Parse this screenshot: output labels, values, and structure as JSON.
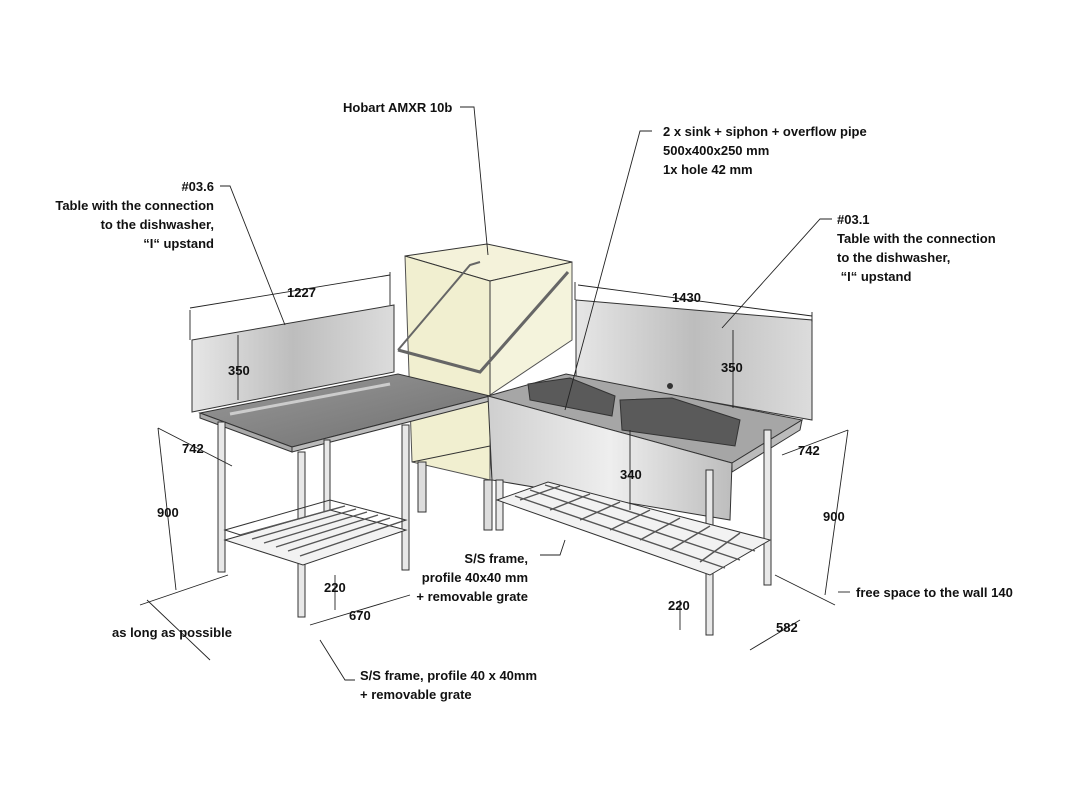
{
  "labels": {
    "dishwasher": "Hobart AMXR 10b",
    "left_table": [
      "#03.6",
      "Table with the connection",
      "to the dishwasher,",
      "“I“ upstand"
    ],
    "sink": [
      "2 x sink + siphon + overflow pipe",
      "500x400x250 mm",
      "1x hole 42 mm"
    ],
    "right_table": [
      "#03.1",
      "Table with the connection",
      "to the dishwasher,",
      " “I“ upstand"
    ],
    "frame_right": [
      "S/S frame,",
      "profile 40x40 mm",
      "+ removable grate"
    ],
    "frame_left": [
      "S/S frame, profile 40 x 40mm",
      "+ removable grate"
    ],
    "as_long": "as long as possible",
    "wall_space": "free space to the wall 140"
  },
  "dimensions": {
    "left_length": "1227",
    "left_upstand": "350",
    "left_depth": "742",
    "left_height": "900",
    "left_shelf": "220",
    "left_width": "670",
    "right_length": "1430",
    "right_upstand": "350",
    "right_depth": "742",
    "right_height": "900",
    "right_apron": "340",
    "right_shelf": "220",
    "right_width": "582"
  },
  "colors": {
    "steel_light": "#d4d4d4",
    "steel_dark": "#8a8a8a",
    "dishwasher": "#f0eed0"
  }
}
